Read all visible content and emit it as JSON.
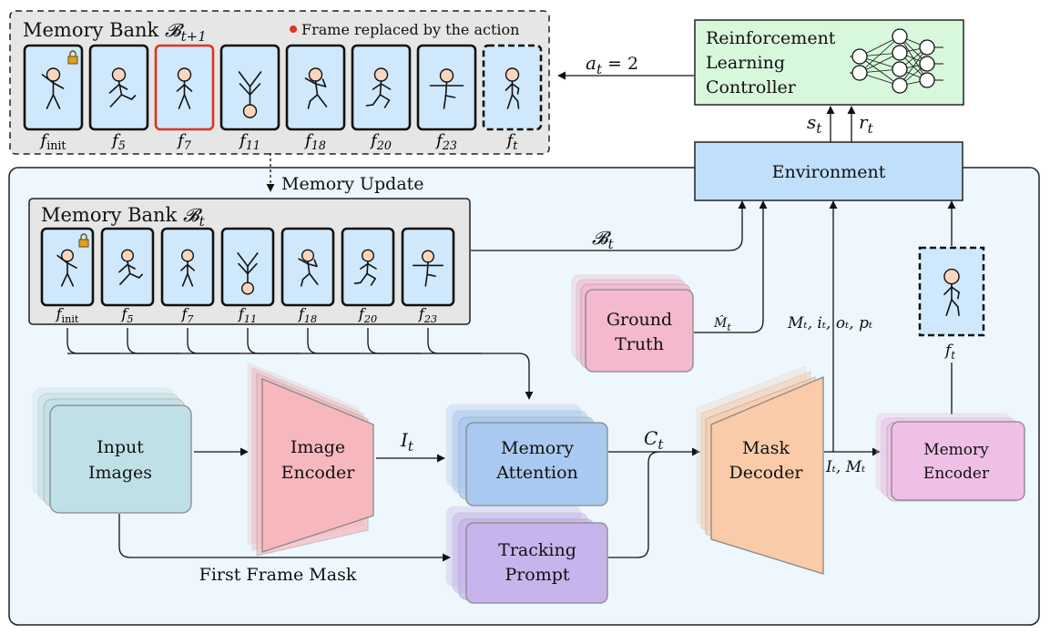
{
  "top_bank": {
    "title": "Memory Bank",
    "title_symbol": "𝓑",
    "title_sub": "t+1",
    "legend": "Frame replaced by the action",
    "frames": [
      {
        "base": "f",
        "sub": "init",
        "pose": "raise",
        "lock": true
      },
      {
        "base": "f",
        "sub": "5",
        "pose": "run",
        "lock": false
      },
      {
        "base": "f",
        "sub": "7",
        "pose": "stand",
        "lock": false,
        "replaced": true
      },
      {
        "base": "f",
        "sub": "11",
        "pose": "flip",
        "lock": false
      },
      {
        "base": "f",
        "sub": "18",
        "pose": "dance",
        "lock": false
      },
      {
        "base": "f",
        "sub": "20",
        "pose": "sprint",
        "lock": false
      },
      {
        "base": "f",
        "sub": "23",
        "pose": "tpose",
        "lock": false
      },
      {
        "base": "f",
        "sub": "t",
        "pose": "walk",
        "lock": false,
        "new": true
      }
    ]
  },
  "memory_update": "Memory Update",
  "bottom_bank": {
    "title": "Memory Bank",
    "title_symbol": "𝓑",
    "title_sub": "t",
    "frames": [
      {
        "base": "f",
        "sub": "init",
        "pose": "raise",
        "lock": true
      },
      {
        "base": "f",
        "sub": "5",
        "pose": "run",
        "lock": false
      },
      {
        "base": "f",
        "sub": "7",
        "pose": "stand",
        "lock": false
      },
      {
        "base": "f",
        "sub": "11",
        "pose": "flip",
        "lock": false
      },
      {
        "base": "f",
        "sub": "18",
        "pose": "dance",
        "lock": false
      },
      {
        "base": "f",
        "sub": "20",
        "pose": "sprint",
        "lock": false
      },
      {
        "base": "f",
        "sub": "23",
        "pose": "tpose",
        "lock": false
      }
    ]
  },
  "rl_controller": {
    "lines": [
      "Reinforcement",
      "Learning",
      "Controller"
    ]
  },
  "action_label": {
    "base": "a",
    "sub": "t",
    "rest": " = 2"
  },
  "environment": "Environment",
  "state_label": {
    "base": "s",
    "sub": "t"
  },
  "reward_label": {
    "base": "r",
    "sub": "t"
  },
  "bank_edge_label": {
    "base": "𝓑",
    "sub": "t"
  },
  "ground_truth": {
    "lines": [
      "Ground",
      "Truth"
    ]
  },
  "gt_edge_label": {
    "base": "M̂",
    "sub": "t"
  },
  "decoder_out_label": "Mₜ, iₜ, oₜ, pₜ",
  "current_frame_label": {
    "base": "f",
    "sub": "t"
  },
  "input_images": {
    "lines": [
      "Input",
      "Images"
    ]
  },
  "image_encoder": {
    "lines": [
      "Image",
      "Encoder"
    ]
  },
  "it_label": {
    "base": "I",
    "sub": "t"
  },
  "memory_attention": {
    "lines": [
      "Memory",
      "Attention"
    ]
  },
  "ct_label": {
    "base": "C",
    "sub": "t"
  },
  "mask_decoder": {
    "lines": [
      "Mask",
      "Decoder"
    ]
  },
  "itmt_label": "Iₜ, Mₜ",
  "memory_encoder": {
    "lines": [
      "Memory",
      "Encoder"
    ]
  },
  "tracking_prompt": {
    "lines": [
      "Tracking",
      "Prompt"
    ]
  },
  "first_frame_mask": "First Frame Mask",
  "colors": {
    "panel_bg": "#eef7fd",
    "frame_fill": "#cfe8fb",
    "bank_bg": "#e6e6e6",
    "rl_bg": "#d8f8dc",
    "env_bg": "#bfdffb",
    "gt": "#f4b8cf",
    "input": "#bfe0e6",
    "encoder": "#f7b8bd",
    "attention": "#a9c9f0",
    "decoder": "#f9cba8",
    "mem_encoder": "#efbfe6",
    "prompt": "#c8b4ec",
    "replaced": "#e0341f"
  }
}
